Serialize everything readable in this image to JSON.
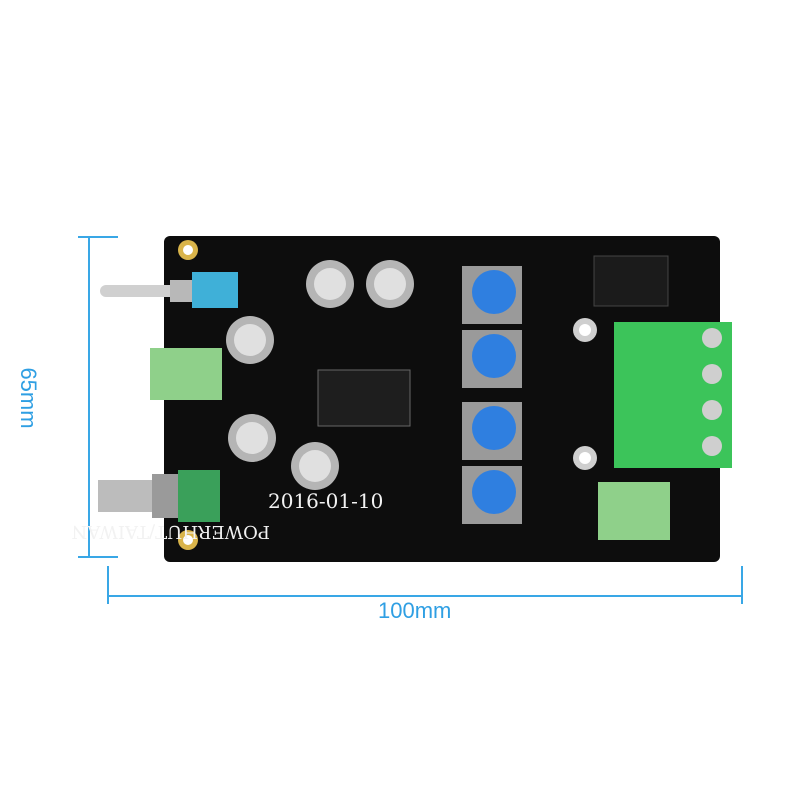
{
  "dimensions": {
    "height_label": "65mm",
    "width_label": "100mm"
  },
  "board": {
    "date_text": "2016-01-10",
    "maker_text": "POWERHUT/TAIWAN"
  },
  "colors": {
    "dimension": "#39a7e6",
    "pcb": "#0d0d0d",
    "terminal": "#3cc45a",
    "inductor": "#2f7fe0"
  }
}
